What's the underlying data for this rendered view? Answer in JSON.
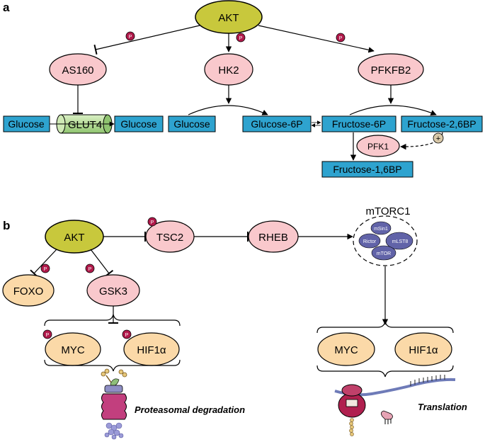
{
  "panels": {
    "a": "a",
    "b": "b"
  },
  "colors": {
    "akt_fill": "#c8c83c",
    "pink_fill": "#f9c8cc",
    "orange_fill": "#fbd9a8",
    "blue_box": "#2ea3cf",
    "green_transporter": "#b9dd9a",
    "phospho": "#b0194a",
    "mtor_purple": "#6163a8"
  },
  "panel_a": {
    "akt": "AKT",
    "as160": "AS160",
    "hk2": "HK2",
    "pfkfb2": "PFKFB2",
    "glut4": "GLUT4",
    "glucose_out": "Glucose",
    "glucose_in": "Glucose",
    "glucose_hk": "Glucose",
    "glucose6p": "Glucose-6P",
    "fructose6p": "Fructose-6P",
    "fructose26bp": "Fructose-2,6BP",
    "pfk1": "PFK1",
    "fructose16bp": "Fructose-1,6BP",
    "phospho_mark": "P",
    "plus_mark": "+"
  },
  "panel_b": {
    "akt": "AKT",
    "tsc2": "TSC2",
    "rheb": "RHEB",
    "mtorc1": "mTORC1",
    "msin1": "mSin1",
    "rictor": "Rictor",
    "mlst8": "mLST8",
    "mtor": "mTOR",
    "foxo": "FOXO",
    "gsk3": "GSK3",
    "myc_left": "MYC",
    "hif1a_left": "HIF1α",
    "myc_right": "MYC",
    "hif1a_right": "HIF1α",
    "proteasomal": "Proteasomal degradation",
    "translation": "Translation",
    "phospho_mark": "P"
  }
}
